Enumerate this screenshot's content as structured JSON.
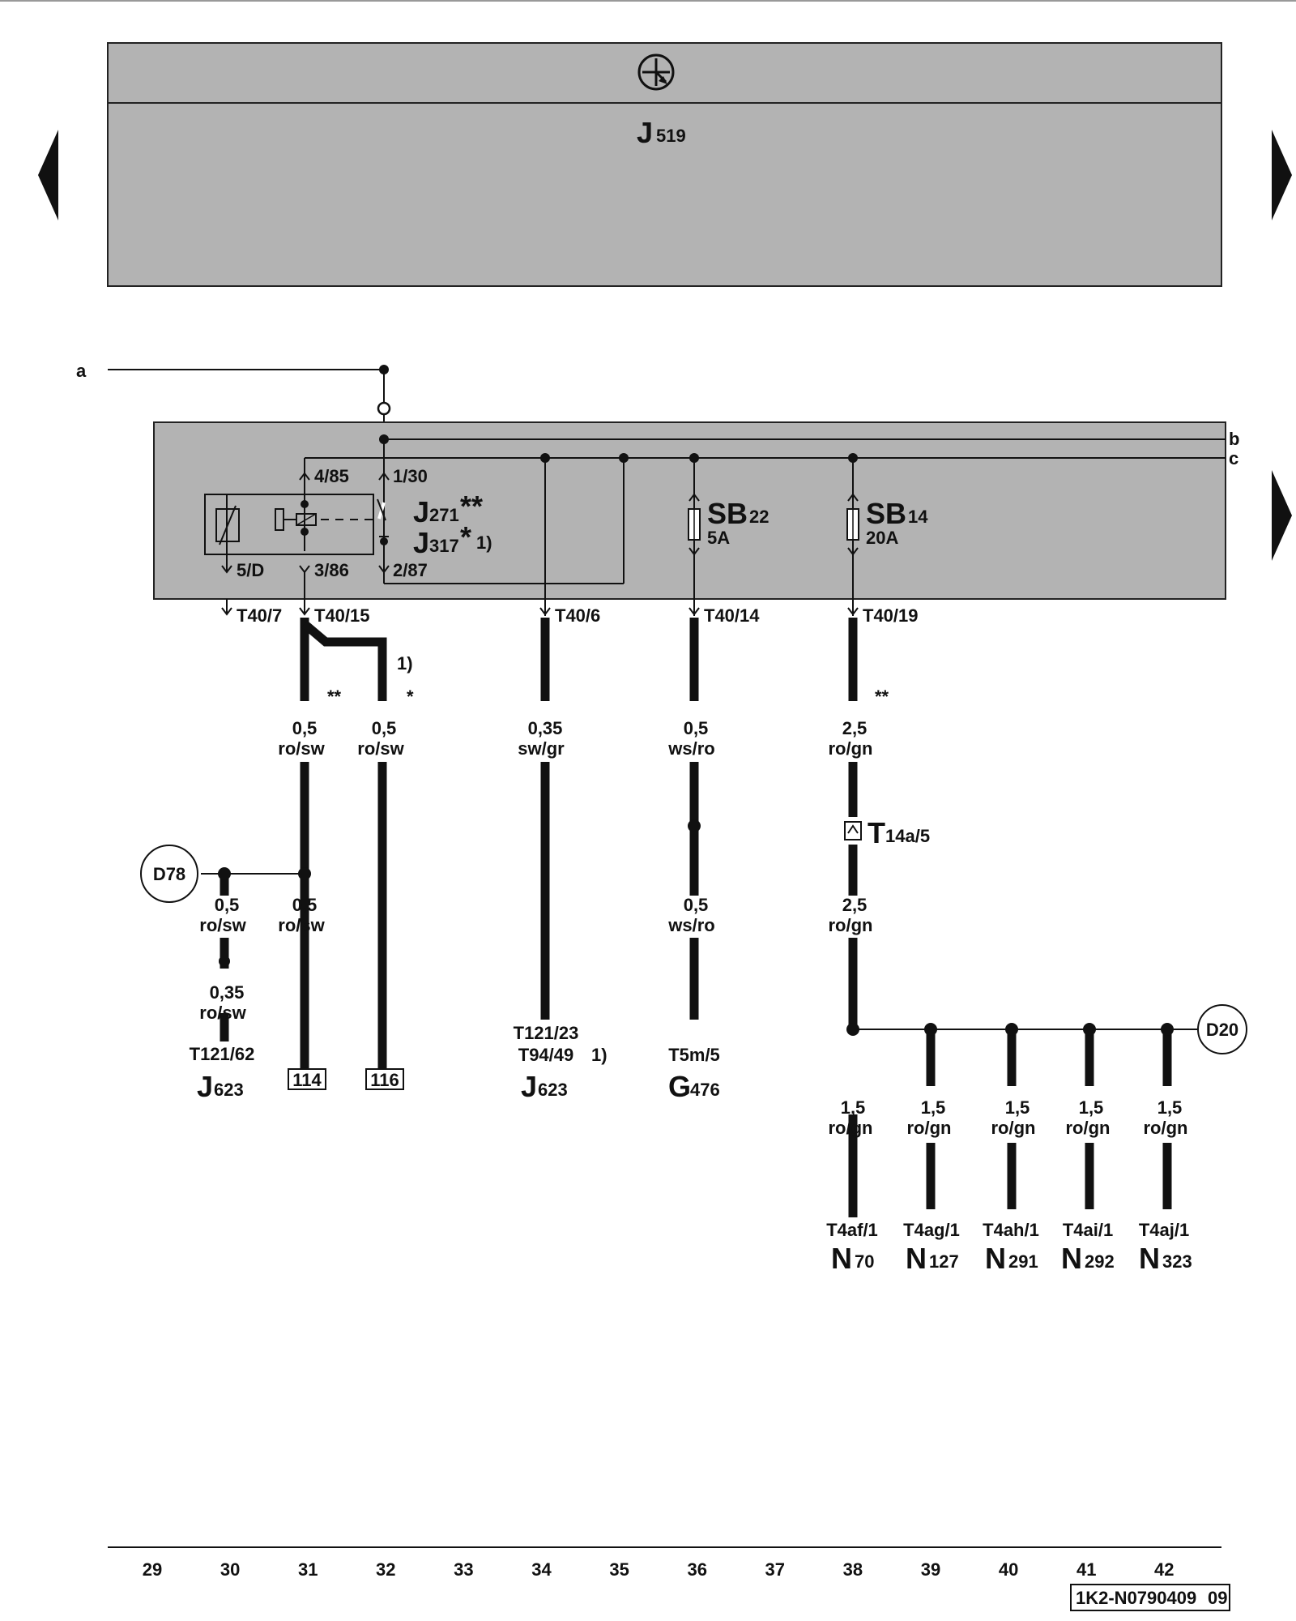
{
  "control_unit": {
    "name": "J",
    "sub": "519"
  },
  "ground_symbol": "ground-star-icon",
  "lines": {
    "a": "a",
    "b": "b",
    "c": "c"
  },
  "relay": {
    "j271": "J",
    "j271_sub": "271",
    "j271_mark": "**",
    "j317": "J",
    "j317_sub": "317",
    "j317_mark": "*",
    "j317_note": "1)",
    "pin_4_85": "4/85",
    "pin_1_30": "1/30",
    "pin_5_d": "5/D",
    "pin_3_86": "3/86",
    "pin_2_87": "2/87"
  },
  "fuses": {
    "sb22": {
      "name": "SB",
      "sub": "22",
      "rating": "5A"
    },
    "sb14": {
      "name": "SB",
      "sub": "14",
      "rating": "20A"
    }
  },
  "connectors": {
    "t40_7": "T40/7",
    "t40_15": "T40/15",
    "t40_6": "T40/6",
    "t40_14": "T40/14",
    "t40_19": "T40/19"
  },
  "notes": {
    "n1": "1)",
    "dstar_31": "**",
    "star_32": "*",
    "dstar_38": "**"
  },
  "wires": {
    "w31_top": {
      "size": "0,5",
      "color": "ro/sw"
    },
    "w32_top": {
      "size": "0,5",
      "color": "ro/sw"
    },
    "w34": {
      "size": "0,35",
      "color": "sw/gr"
    },
    "w36_top": {
      "size": "0,5",
      "color": "ws/ro"
    },
    "w38_top": {
      "size": "2,5",
      "color": "ro/gn"
    },
    "w30_a": {
      "size": "0,5",
      "color": "ro/sw"
    },
    "w31_bot": {
      "size": "0,5",
      "color": "ro/sw"
    },
    "w30_b": {
      "size": "0,35",
      "color": "ro/sw"
    },
    "w36_bot": {
      "size": "0,5",
      "color": "ws/ro"
    },
    "w38_mid": {
      "size": "2,5",
      "color": "ro/gn"
    },
    "w38_bot": {
      "size": "1,5",
      "color": "ro/gn"
    },
    "w39": {
      "size": "1,5",
      "color": "ro/gn"
    },
    "w40": {
      "size": "1,5",
      "color": "ro/gn"
    },
    "w41": {
      "size": "1,5",
      "color": "ro/gn"
    },
    "w42": {
      "size": "1,5",
      "color": "ro/gn"
    }
  },
  "t14a": {
    "name": "T",
    "sub": "14a/5"
  },
  "ground_points": {
    "d78": "D78",
    "d20": "D20"
  },
  "refs": {
    "r114": "114",
    "r116": "116"
  },
  "components": {
    "j623_a": {
      "pin": "T121/62",
      "name": "J",
      "sub": "623"
    },
    "j623_b": {
      "pin": "T121/23",
      "pin2": "T94/49",
      "note": "1)",
      "name": "J",
      "sub": "623"
    },
    "g476": {
      "pin": "T5m/5",
      "name": "G",
      "sub": "476"
    },
    "n70": {
      "pin": "T4af/1",
      "name": "N",
      "sub": "70"
    },
    "n127": {
      "pin": "T4ag/1",
      "name": "N",
      "sub": "127"
    },
    "n291": {
      "pin": "T4ah/1",
      "name": "N",
      "sub": "291"
    },
    "n292": {
      "pin": "T4ai/1",
      "name": "N",
      "sub": "292"
    },
    "n323": {
      "pin": "T4aj/1",
      "name": "N",
      "sub": "323"
    }
  },
  "columns": [
    "29",
    "30",
    "31",
    "32",
    "33",
    "34",
    "35",
    "36",
    "37",
    "38",
    "39",
    "40",
    "41",
    "42"
  ],
  "doc_id": "1K2-N0790409",
  "doc_id_tail": "09"
}
